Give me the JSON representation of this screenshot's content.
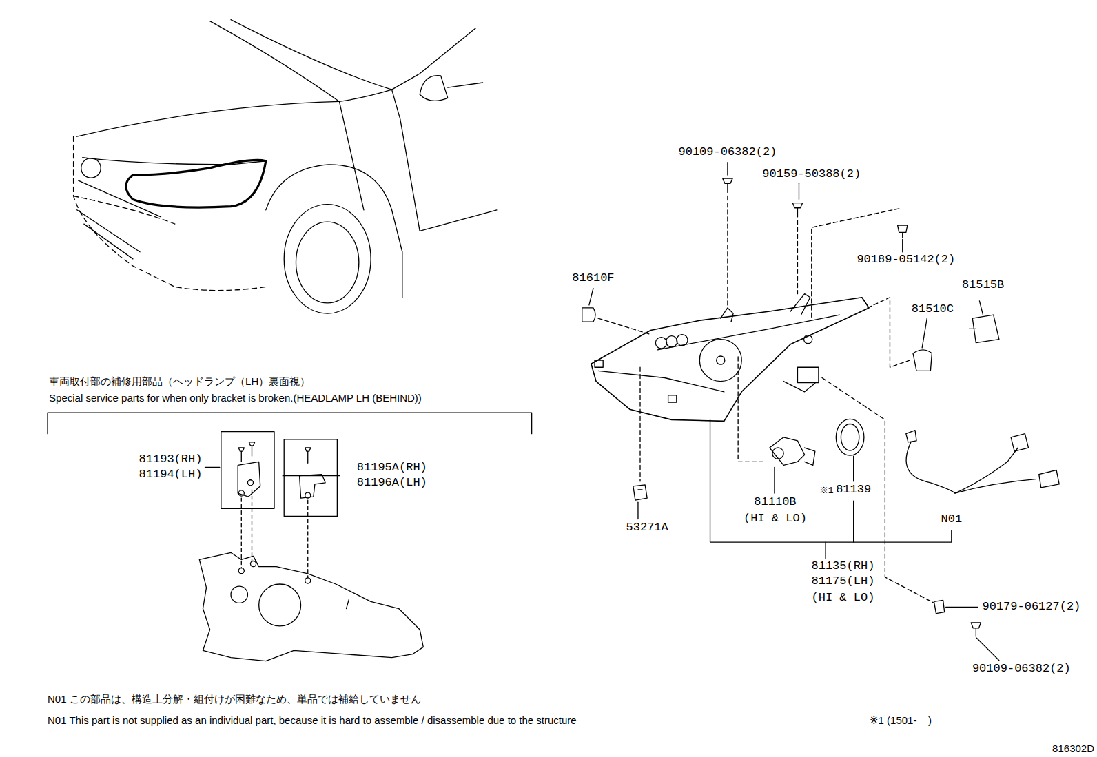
{
  "diagram": {
    "labels": [
      "90109-06382(2)",
      "90159-50388(2)",
      "90189-05142(2)",
      "81610F",
      "81515B",
      "81510C",
      "車両取付部の補修用部品（ヘッドランプ（LH）裏面視）",
      "Special service parts for when only bracket is broken.(HEADLAMP LH (BEHIND))",
      "81193(RH)",
      "81194(LH)",
      "81195A(RH)",
      "81196A(LH)",
      "81110B",
      "(HI & LO)",
      "※1",
      "81139",
      "N01",
      "53271A",
      "81135(RH)",
      "81175(LH)",
      "(HI & LO)",
      "90179-06127(2)",
      "90109-06382(2)",
      "N01 この部品は、構造上分解・組付けが困難なため、単品では補給していません",
      "N01 This part is not supplied as an individual part, because it is hard to assemble / disassemble due to the structure",
      "※1 (1501-    )",
      "816302D"
    ]
  }
}
